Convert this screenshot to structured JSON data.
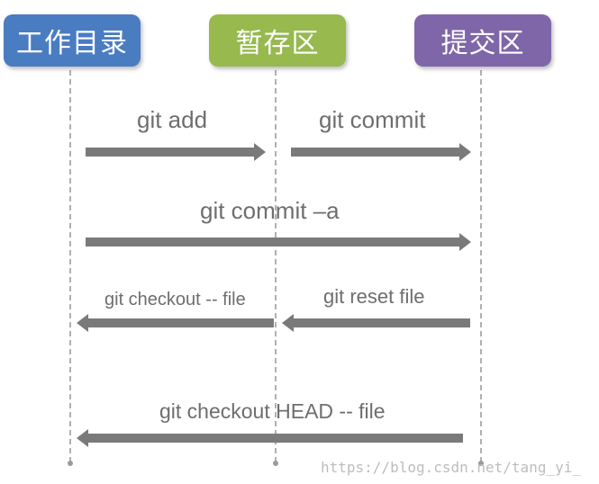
{
  "boxes": {
    "workdir": {
      "label": "工作目录",
      "color": "#4a7cc2"
    },
    "staging": {
      "label": "暂存区",
      "color": "#97b94e"
    },
    "commit": {
      "label": "提交区",
      "color": "#7f66a8"
    }
  },
  "commands": {
    "git_add": "git add",
    "git_commit": "git commit",
    "git_commit_a": "git commit –a",
    "git_checkout_file": "git checkout -- file",
    "git_reset_file": "git reset file",
    "git_checkout_head_file": "git checkout HEAD -- file"
  },
  "watermark": "https://blog.csdn.net/tang_yi_"
}
